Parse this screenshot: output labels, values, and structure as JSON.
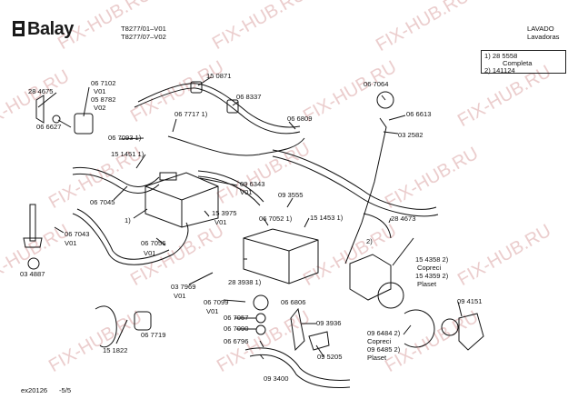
{
  "header": {
    "brand": "Balay",
    "model_line1": "T8277/01–V01",
    "model_line2": "T8277/07–V02",
    "category": "LAVADO",
    "subcategory": "Lavadoras"
  },
  "legend": {
    "line1": "1)  28 5558",
    "line2": "Completa",
    "line3": "2)  141124"
  },
  "footer": {
    "code": "ex20126",
    "page": "-5/5"
  },
  "watermark": "FIX-HUB.RU",
  "labels": [
    "28 4675",
    "06 7102",
    "V01",
    "05 8782",
    "V02",
    "06 6627",
    "15 0871",
    "06 8337",
    "06 7717 1)",
    "06 6809",
    "06 7093 1)",
    "15 1451 1)",
    "06 7064",
    "06 6613",
    "03 2582",
    "06 7045",
    "09 6343",
    "V01",
    "09 3555",
    "1)",
    "15 3975",
    "V01",
    "06 7052 1)",
    "15 1453 1)",
    "28 4673",
    "06 7043",
    "V01",
    "06 7056",
    "V01",
    "03 4887",
    "2)",
    "15 4358 2)",
    "Copreci",
    "15 4359 2)",
    "Plaset",
    "28 3938 1)",
    "03 7969",
    "V01",
    "06 7099",
    "V01",
    "06 6806",
    "06 7057",
    "06 7090",
    "06 6796",
    "09 3936",
    "06 7719",
    "09 6484 2)",
    "Copreci",
    "09 6485 2)",
    "Plaset",
    "09 4151",
    "15 1822",
    "09 5205",
    "09 3400"
  ]
}
